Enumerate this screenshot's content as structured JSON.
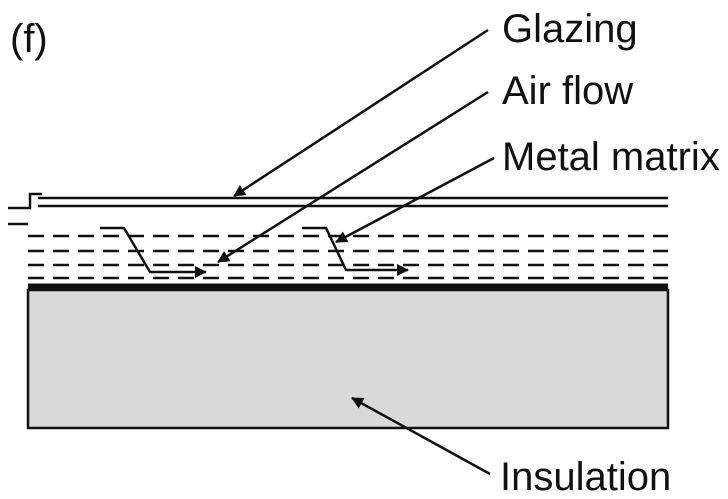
{
  "figure": {
    "panel_label": "(f)",
    "labels": {
      "glazing": "Glazing",
      "air_flow": "Air flow",
      "metal_matrix": "Metal matrix",
      "insulation": "Insulation"
    }
  },
  "colors": {
    "line": "#111111",
    "insulation_fill": "#d9d9d9",
    "background": "#ffffff"
  }
}
